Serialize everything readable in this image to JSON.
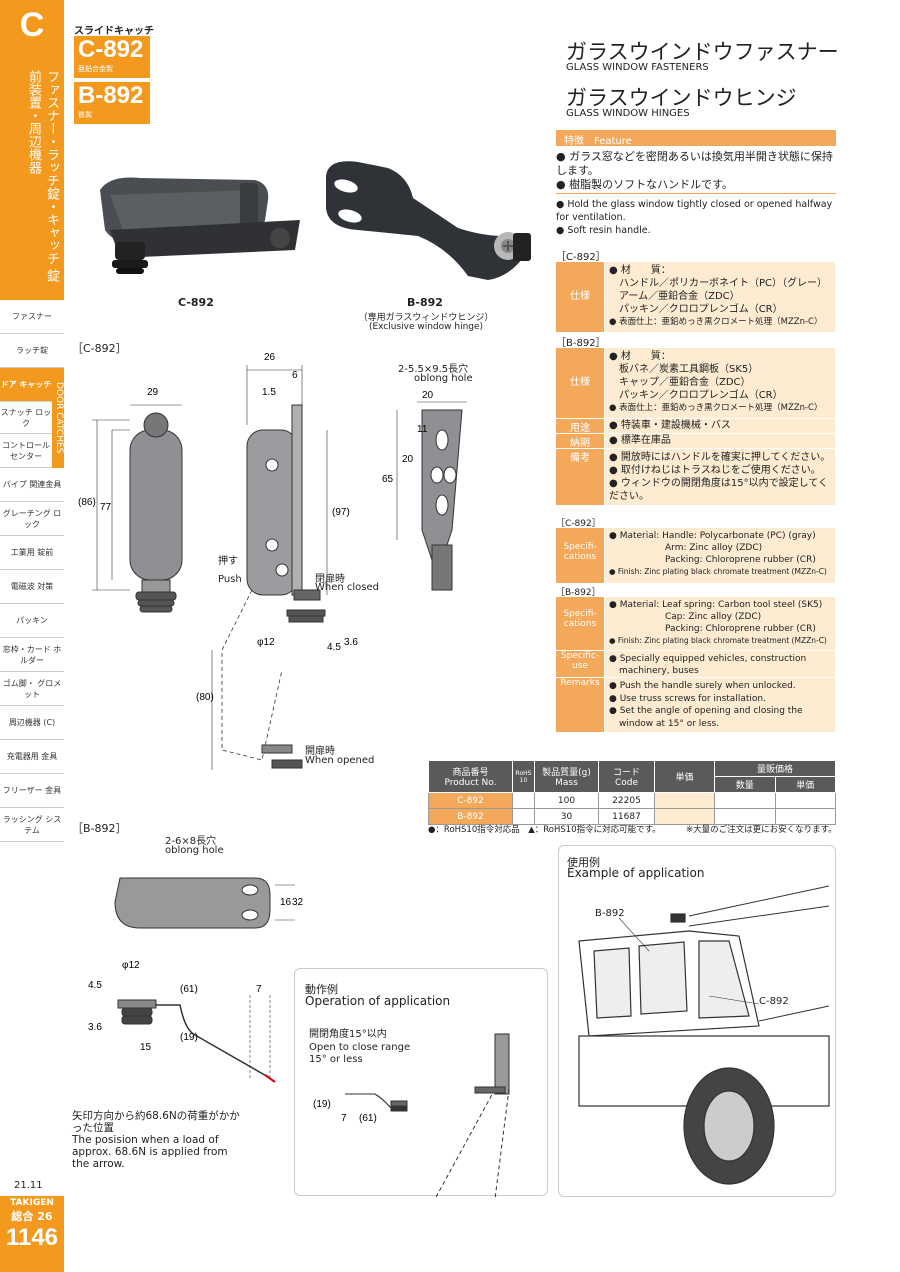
{
  "sidebar": {
    "letter": "C",
    "title": "ファスナー・ラッチ錠・キャッチ 錠前装置・周辺機器",
    "items": [
      "ファスナー",
      "ラッチ錠",
      "ドア キャッチ",
      "スナッチ ロック",
      "コントロール センター",
      "パイプ 関連金具",
      "グレーチング ロック",
      "工業用 錠前",
      "電磁波 対策",
      "パッキン",
      "窓枠・カード ホルダー",
      "ゴム脚・ グロメット",
      "周辺機器 (C)",
      "充電器用 金具",
      "フリーザー 金具",
      "ラッシング システム"
    ],
    "door_label": "DOOR CATCHES",
    "date": "21.11",
    "brand": "TAKIGEN",
    "catalog": "総合 26",
    "page": "1146"
  },
  "header": {
    "category": "スライドキャッチ",
    "model1": "C-892",
    "model1_sub": "亜鉛合金製",
    "model2": "B-892",
    "model2_sub": "鉄製",
    "title1_jp": "ガラスウインドウファスナー",
    "title1_en": "GLASS  WINDOW  FASTENERS",
    "title2_jp": "ガラスウインドウヒンジ",
    "title2_en": "GLASS  WINDOW  HINGES"
  },
  "photos": {
    "c_label": "C-892",
    "b_label": "B-892",
    "b_sub1": "（専用ガラスウィンドウヒンジ）",
    "b_sub2": "(Exclusive window hinge)"
  },
  "feature": {
    "title": "特徴　Feature",
    "jp": [
      "ガラス窓などを密閉あるいは換気用半開き状態に保持します。",
      "樹脂製のソフトなハンドルです。"
    ],
    "en": [
      "Hold the glass window tightly closed or opened halfway for ventilation.",
      "Soft resin handle."
    ]
  },
  "spec_jp": {
    "c_head": "［C-892］",
    "c_label": "仕様",
    "c_lines": [
      "● 材　　質：",
      "ハンドル／ポリカーボネイト（PC）（グレー）",
      "アーム／亜鉛合金（ZDC）",
      "パッキン／クロロプレンゴム（CR）",
      "● 表面仕上：亜鉛めっき黒クロメート処理（MZZn-C）"
    ],
    "b_head": "［B-892］",
    "b_label": "仕様",
    "b_lines": [
      "● 材　　質：",
      "板バネ／炭素工具鋼板（SK5）",
      "キャップ／亜鉛合金（ZDC）",
      "パッキン／クロロプレンゴム（CR）",
      "● 表面仕上：亜鉛めっき黒クロメート処理（MZZn-C）"
    ],
    "use_label": "用途",
    "use": "● 特装車・建設機械・バス",
    "delivery_label": "納期",
    "delivery": "● 標準在庫品",
    "remarks_label": "備考",
    "remarks": [
      "● 開放時にはハンドルを確実に押してください。",
      "● 取付けねじはトラスねじをご使用ください。",
      "● ウィンドウの開閉角度は15°以内で設定してください。"
    ]
  },
  "spec_en": {
    "c_head": "［C-892］",
    "c_label": "Specifi-cations",
    "c_lines": [
      "● Material: Handle: Polycarbonate (PC) (gray)",
      "Arm: Zinc alloy (ZDC)",
      "Packing: Chloroprene rubber (CR)",
      "● Finish: Zinc plating black chromate treatment (MZZn-C)"
    ],
    "b_head": "［B-892］",
    "b_label": "Specifi-cations",
    "b_lines": [
      "● Material: Leaf spring: Carbon tool steel (SK5)",
      "Cap: Zinc alloy (ZDC)",
      "Packing: Chloroprene rubber (CR)",
      "● Finish: Zinc plating black chromate treatment (MZZn-C)"
    ],
    "use_label": "Specific-use",
    "use": [
      "● Specially equipped vehicles, construction",
      "machinery, buses"
    ],
    "remarks_label": "Remarks",
    "remarks": [
      "● Push the handle surely when unlocked.",
      "● Use truss screws for installation.",
      "● Set the angle of opening and closing the",
      "window at 15° or less."
    ]
  },
  "product_table": {
    "h_no_jp": "商品番号",
    "h_no_en": "Product No.",
    "h_rohs": "RoHS 10",
    "h_mass_jp": "製品質量(g)",
    "h_mass_en": "Mass",
    "h_code_jp": "コード",
    "h_code_en": "Code",
    "h_price": "単価",
    "h_volume": "量販価格",
    "h_qty": "数量",
    "h_vprice": "単価",
    "rows": [
      {
        "no": "C-892",
        "mass": "100",
        "code": "22205"
      },
      {
        "no": "B-892",
        "mass": "30",
        "code": "11687"
      }
    ],
    "note1": "●：RoHS10指令対応品　▲：RoHS10指令に対応可能です。",
    "note2": "※大量のご注文は更にお安くなります。"
  },
  "drawings": {
    "c_title": "［C-892］",
    "b_title": "［B-892］",
    "c_dims": [
      "26",
      "6",
      "1.5",
      "29",
      "(86)",
      "77",
      "(97)",
      "φ12",
      "4.5",
      "3.6",
      "(80)"
    ],
    "push_jp": "押す",
    "push_en": "Push",
    "closed_jp": "閉扉時",
    "closed_en": "When closed",
    "opened_jp": "開扉時",
    "opened_en": "When opened",
    "slot_jp": "2-5.5×9.5長穴",
    "slot_en": "oblong hole",
    "slot_dims": [
      "20",
      "11",
      "20",
      "65"
    ],
    "b_slot_jp": "2-6×8長穴",
    "b_slot_en": "oblong hole",
    "b_dims": [
      "16",
      "32",
      "φ12",
      "4.5",
      "(61)",
      "7",
      "3.6",
      "15",
      "(19)"
    ],
    "load_jp": "矢印方向から約68.6Nの荷重がかかった位置",
    "load_en": "The posision when a load of approx. 68.6N is applied from the arrow."
  },
  "operation": {
    "title_jp": "動作例",
    "title_en": "Operation of application",
    "angle_jp": "開閉角度15°以内",
    "angle_en1": "Open to close range",
    "angle_en2": "15° or  less",
    "dims": [
      "(19)",
      "7",
      "(61)"
    ]
  },
  "example": {
    "title_jp": "使用例",
    "title_en": "Example of application",
    "b_label": "B-892",
    "c_label": "C-892"
  }
}
